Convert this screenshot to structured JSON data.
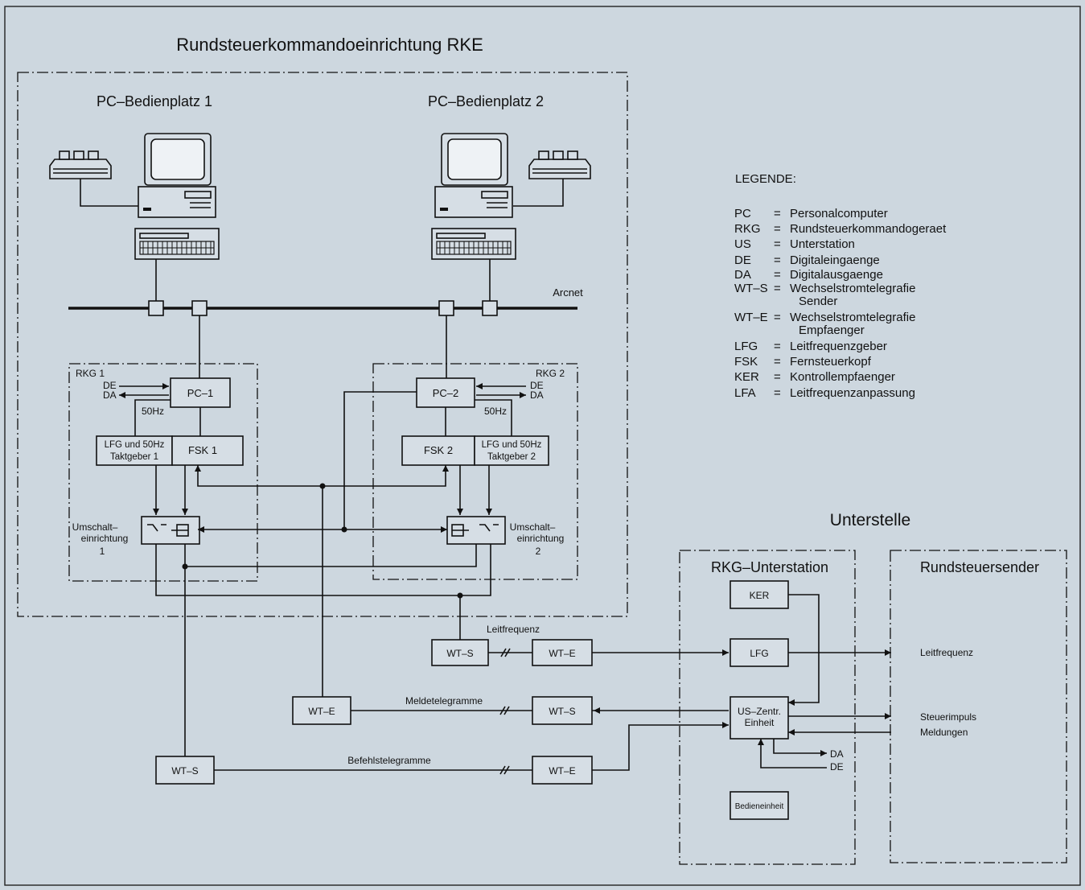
{
  "titles": {
    "main": "Rundsteuerkommandoeinrichtung RKE",
    "pc1": "PC–Bedienplatz 1",
    "pc2": "PC–Bedienplatz  2",
    "unterstelle": "Unterstelle",
    "rkg_unterstation": "RKG–Unterstation",
    "rundsteuersender": "Rundsteuersender"
  },
  "network": {
    "arcnet": "Arcnet"
  },
  "rkg1": {
    "label": "RKG 1",
    "de": "DE",
    "da": "DA",
    "pc": "PC–1",
    "hz": "50Hz",
    "lfg_line1": "LFG und 50Hz",
    "lfg_line2": "Taktgeber  1",
    "fsk": "FSK 1",
    "umschalt": [
      "Umschalt–",
      "einrichtung",
      "1"
    ]
  },
  "rkg2": {
    "label": "RKG  2",
    "de": "DE",
    "da": "DA",
    "pc": "PC–2",
    "hz": "50Hz",
    "lfg_line1": "LFG und 50Hz",
    "lfg_line2": "Taktgeber  2",
    "fsk": "FSK  2",
    "umschalt": [
      "Umschalt–",
      "einrichtung",
      "2"
    ]
  },
  "links": {
    "leitfrequenz_label": "Leitfrequenz",
    "meldetelegramme_label": "Meldetelegramme",
    "befehlstelegramme_label": "Befehlstelegramme",
    "wts_top": "WT–S",
    "wte_top": "WT–E",
    "wte_mid": "WT–E",
    "wts_mid": "WT–S",
    "wts_bottom": "WT–S",
    "wte_bottom": "WT–E"
  },
  "unterstation": {
    "ker": "KER",
    "lfg": "LFG",
    "us_line1": "US–Zentr.",
    "us_line2": "Einheit",
    "da": "DA",
    "de": "DE",
    "bedien": "Bedieneinheit"
  },
  "sender": {
    "leitfrequenz": "Leitfrequenz",
    "steuerimpuls": "Steuerimpuls",
    "meldungen": "Meldungen"
  },
  "legend": {
    "title": "LEGENDE:",
    "items": [
      {
        "abbr": "PC",
        "eq": "=",
        "text": "Personalcomputer",
        "text2": ""
      },
      {
        "abbr": "RKG",
        "eq": "=",
        "text": "Rundsteuerkommandogeraet",
        "text2": ""
      },
      {
        "abbr": "US",
        "eq": "=",
        "text": "Unterstation",
        "text2": ""
      },
      {
        "abbr": "DE",
        "eq": "=",
        "text": "Digitaleingaenge",
        "text2": ""
      },
      {
        "abbr": "DA",
        "eq": "=",
        "text": "Digitalausgaenge",
        "text2": ""
      },
      {
        "abbr": "WT–S",
        "eq": "=",
        "text": "Wechselstromtelegrafie",
        "text2": "Sender"
      },
      {
        "abbr": "WT–E",
        "eq": "=",
        "text": "Wechselstromtelegrafie",
        "text2": "Empfaenger"
      },
      {
        "abbr": "LFG",
        "eq": "=",
        "text": "Leitfrequenzgeber",
        "text2": ""
      },
      {
        "abbr": "FSK",
        "eq": "=",
        "text": "Fernsteuerkopf",
        "text2": ""
      },
      {
        "abbr": "KER",
        "eq": "=",
        "text": "Kontrollempfaenger",
        "text2": ""
      },
      {
        "abbr": "LFA",
        "eq": "=",
        "text": "Leitfrequenzanpassung",
        "text2": ""
      }
    ]
  }
}
